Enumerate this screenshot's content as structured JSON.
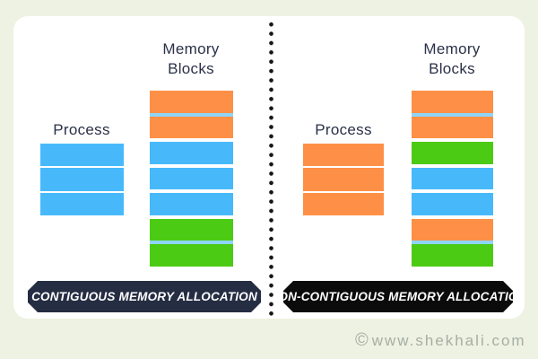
{
  "colors": {
    "background": "#EDF2E2",
    "card": "#FFFFFF",
    "orange": "#FD9046",
    "blue": "#47B9FA",
    "green": "#4CCB15",
    "sep_lightblue": "#8FD5FA",
    "sep_white": "#FFFFFF",
    "badge_left_bg": "#252D43",
    "badge_right_bg": "#0B0B0B",
    "badge_text": "#FFFFFF",
    "label_text": "#2A3148",
    "watermark_text": "#A6AEA5",
    "divider_dot": "#161616"
  },
  "left_panel": {
    "memory_blocks_label": "Memory Blocks",
    "process_label": "Process",
    "process_block": {
      "color": "blue",
      "segments": 3
    },
    "memory_column": {
      "segments": [
        "orange",
        "orange",
        "blue",
        "blue",
        "blue",
        "green",
        "green"
      ],
      "separators": [
        "lightblue",
        "white",
        "white",
        "white",
        "white",
        "lightblue"
      ]
    },
    "badge_label": "CONTIGUOUS MEMORY ALLOCATION"
  },
  "right_panel": {
    "memory_blocks_label": "Memory Blocks",
    "process_label": "Process",
    "process_block": {
      "color": "orange",
      "segments": 3
    },
    "memory_column": {
      "segments": [
        "orange",
        "orange",
        "green",
        "blue",
        "blue",
        "orange",
        "green"
      ],
      "separators": [
        "lightblue",
        "white",
        "white",
        "white",
        "white",
        "lightblue"
      ]
    },
    "badge_label": "NON-CONTIGUOUS MEMORY ALLOCATION"
  },
  "watermark": {
    "symbol": "©",
    "text": "www.shekhali.com"
  }
}
